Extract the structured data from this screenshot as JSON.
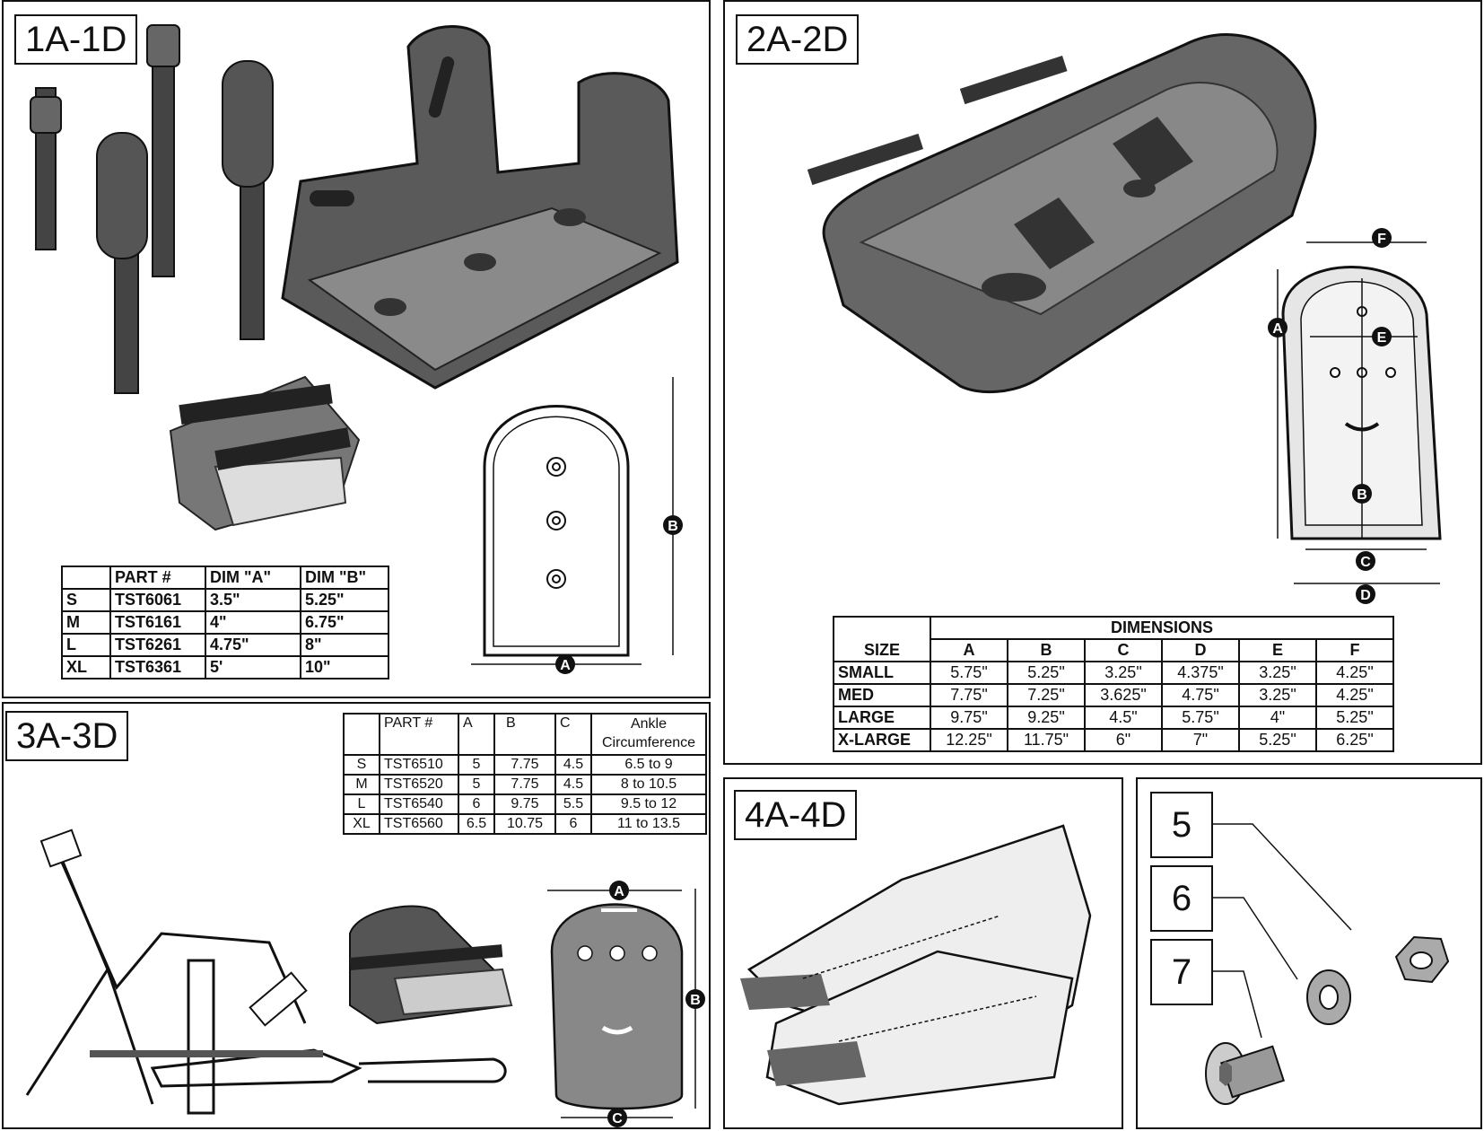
{
  "panels": {
    "p1": {
      "label": "1A-1D"
    },
    "p2": {
      "label": "2A-2D"
    },
    "p3": {
      "label": "3A-3D"
    },
    "p4": {
      "label": "4A-4D"
    }
  },
  "callouts": [
    "5",
    "6",
    "7"
  ],
  "dim_letters": {
    "a": "A",
    "b": "B",
    "c": "C",
    "d": "D",
    "e": "E",
    "f": "F"
  },
  "table1": {
    "headers": [
      "",
      "PART #",
      "DIM \"A\"",
      "DIM \"B\""
    ],
    "rows": [
      [
        "S",
        "TST6061",
        "3.5\"",
        "5.25\""
      ],
      [
        "M",
        "TST6161",
        "4\"",
        "6.75\""
      ],
      [
        "L",
        "TST6261",
        "4.75\"",
        "8\""
      ],
      [
        "XL",
        "TST6361",
        "5'",
        "10\""
      ]
    ]
  },
  "table2": {
    "group_header": "DIMENSIONS",
    "size_header": "SIZE",
    "columns": [
      "A",
      "B",
      "C",
      "D",
      "E",
      "F"
    ],
    "rows": [
      [
        "SMALL",
        "5.75\"",
        "5.25\"",
        "3.25\"",
        "4.375\"",
        "3.25\"",
        "4.25\""
      ],
      [
        "MED",
        "7.75\"",
        "7.25\"",
        "3.625\"",
        "4.75\"",
        "3.25\"",
        "4.25\""
      ],
      [
        "LARGE",
        "9.75\"",
        "9.25\"",
        "4.5\"",
        "5.75\"",
        "4\"",
        "5.25\""
      ],
      [
        "X-LARGE",
        "12.25\"",
        "11.75\"",
        "6\"",
        "7\"",
        "5.25\"",
        "6.25\""
      ]
    ]
  },
  "table3": {
    "headers": [
      "",
      "PART #",
      "A",
      "B",
      "C",
      "Ankle Circumference"
    ],
    "rows": [
      [
        "S",
        "TST6510",
        "5",
        "7.75",
        "4.5",
        "6.5 to 9"
      ],
      [
        "M",
        "TST6520",
        "5",
        "7.75",
        "4.5",
        "8 to 10.5"
      ],
      [
        "L",
        "TST6540",
        "6",
        "9.75",
        "5.5",
        "9.5 to 12"
      ],
      [
        "XL",
        "TST6560",
        "6.5",
        "10.75",
        "6",
        "11 to 13.5"
      ]
    ]
  }
}
